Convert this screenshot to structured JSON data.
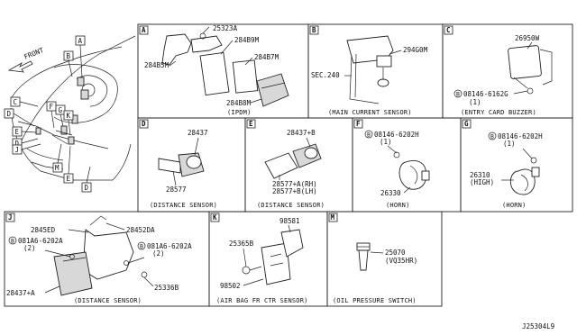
{
  "overview": {
    "front": "FRONT",
    "callouts": [
      "A",
      "B",
      "C",
      "D",
      "F",
      "G",
      "K",
      "E",
      "D",
      "J",
      "M",
      "E",
      "D"
    ]
  },
  "symbols": {
    "bolt": "B"
  },
  "panels": {
    "a": {
      "id": "A",
      "parts": [
        "25323A",
        "284B9M",
        "284B7M",
        "284B5M",
        "284B8M"
      ],
      "caption": "(IPDM)"
    },
    "b": {
      "id": "B",
      "parts": [
        "294G0M",
        "SEC.240"
      ],
      "caption": "(MAIN CURRENT SENSOR)"
    },
    "c": {
      "id": "C",
      "parts": [
        "26950W",
        "08146-6162G",
        "(1)"
      ],
      "caption": "(ENTRY CARD BUZZER)"
    },
    "d": {
      "id": "D",
      "parts": [
        "28437",
        "28577"
      ],
      "caption": "(DISTANCE SENSOR)"
    },
    "e": {
      "id": "E",
      "parts": [
        "28437+B",
        "28577+A(RH)",
        "28577+B(LH)"
      ],
      "caption": "(DISTANCE SENSOR)"
    },
    "f": {
      "id": "F",
      "parts": [
        "08146-6202H",
        "(1)",
        "26330"
      ],
      "caption": "(HORN)"
    },
    "g": {
      "id": "G",
      "parts": [
        "08146-6202H",
        "(1)",
        "26310",
        "(HIGH)"
      ],
      "caption": "(HORN)"
    },
    "j": {
      "id": "J",
      "parts": [
        "2845ED",
        "28452DA",
        "081A6-6202A",
        "(2)",
        "081A6-6202A",
        "(2)",
        "25336B",
        "28437+A"
      ],
      "caption": "(DISTANCE SENSOR)"
    },
    "k": {
      "id": "K",
      "parts": [
        "98581",
        "25365B",
        "98502"
      ],
      "caption": "(AIR BAG FR CTR SENSOR)"
    },
    "m": {
      "id": "M",
      "parts": [
        "25070",
        "(VQ35HR)"
      ],
      "caption": "(OIL PRESSURE SWITCH)"
    }
  },
  "drawing_number": "J25304L9"
}
